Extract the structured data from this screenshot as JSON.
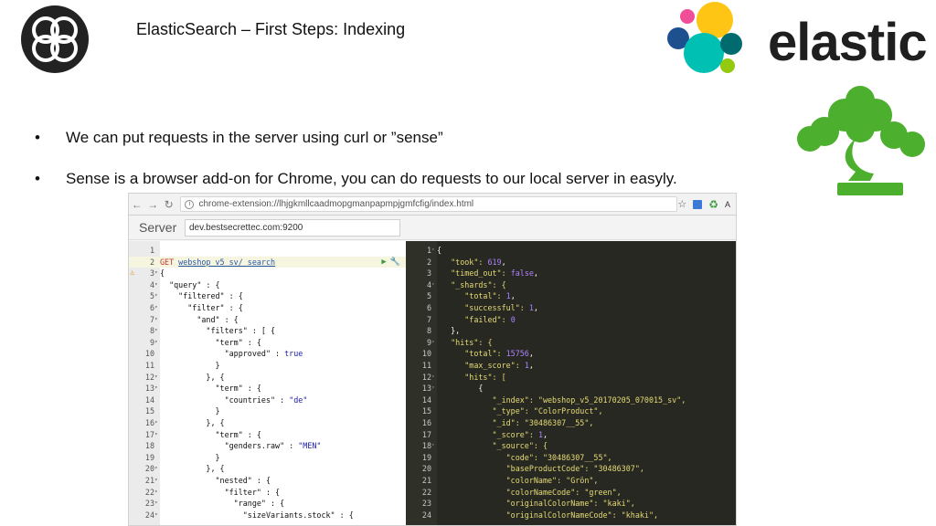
{
  "slide": {
    "title": "ElasticSearch – First Steps: Indexing",
    "bullets": [
      "We can put requests in the server using curl or ”sense”",
      "Sense is a browser add-on for Chrome, you can do requests to our local server in easyly."
    ]
  },
  "logos": {
    "left_logo_icon": "bestsecret-logo-icon",
    "elastic_wordmark": "elastic",
    "tree_icon": "bonsai-tree-icon",
    "elastic_colors": [
      "#f04e98",
      "#fec514",
      "#00bfb3",
      "#1ba9f5",
      "#93c90e",
      "#07c",
      "#006b6f"
    ]
  },
  "browser": {
    "url": "chrome-extension://lhjgkmllcaadmopgmanpapmpjgmfcfig/index.html",
    "toolbar_right_label": "A",
    "sense": {
      "label": "Server",
      "server_value": "dev.bestsecrettec.com:9200"
    },
    "request_lines": [
      {
        "n": "1",
        "fold": "",
        "segs": []
      },
      {
        "n": "2",
        "fold": "",
        "segs": [
          {
            "t": "GET ",
            "c": "k-method"
          },
          {
            "t": "webshop_v5_sv/_search",
            "c": "k-url"
          }
        ]
      },
      {
        "n": "3",
        "fold": "▾",
        "segs": [
          {
            "t": "{",
            "c": ""
          }
        ]
      },
      {
        "n": "4",
        "fold": "▾",
        "segs": [
          {
            "t": "  \"query\" : {",
            "c": ""
          }
        ]
      },
      {
        "n": "5",
        "fold": "▾",
        "segs": [
          {
            "t": "    \"filtered\" : {",
            "c": ""
          }
        ]
      },
      {
        "n": "6",
        "fold": "▾",
        "segs": [
          {
            "t": "      \"filter\" : {",
            "c": ""
          }
        ]
      },
      {
        "n": "7",
        "fold": "▾",
        "segs": [
          {
            "t": "        \"and\" : {",
            "c": ""
          }
        ]
      },
      {
        "n": "8",
        "fold": "▾",
        "segs": [
          {
            "t": "          \"filters\" : [ {",
            "c": ""
          }
        ]
      },
      {
        "n": "9",
        "fold": "▾",
        "segs": [
          {
            "t": "            \"term\" : {",
            "c": ""
          }
        ]
      },
      {
        "n": "10",
        "fold": "",
        "segs": [
          {
            "t": "              \"approved\" : ",
            "c": ""
          },
          {
            "t": "true",
            "c": "s-bool"
          }
        ]
      },
      {
        "n": "11",
        "fold": "",
        "segs": [
          {
            "t": "            }",
            "c": ""
          }
        ]
      },
      {
        "n": "12",
        "fold": "▾",
        "segs": [
          {
            "t": "          }, {",
            "c": ""
          }
        ]
      },
      {
        "n": "13",
        "fold": "▾",
        "segs": [
          {
            "t": "            \"term\" : {",
            "c": ""
          }
        ]
      },
      {
        "n": "14",
        "fold": "",
        "segs": [
          {
            "t": "              \"countries\" : ",
            "c": ""
          },
          {
            "t": "\"de\"",
            "c": "s-str"
          }
        ]
      },
      {
        "n": "15",
        "fold": "",
        "segs": [
          {
            "t": "            }",
            "c": ""
          }
        ]
      },
      {
        "n": "16",
        "fold": "▾",
        "segs": [
          {
            "t": "          }, {",
            "c": ""
          }
        ]
      },
      {
        "n": "17",
        "fold": "▾",
        "segs": [
          {
            "t": "            \"term\" : {",
            "c": ""
          }
        ]
      },
      {
        "n": "18",
        "fold": "",
        "segs": [
          {
            "t": "              \"genders.raw\" : ",
            "c": ""
          },
          {
            "t": "\"MEN\"",
            "c": "s-str"
          }
        ]
      },
      {
        "n": "19",
        "fold": "",
        "segs": [
          {
            "t": "            }",
            "c": ""
          }
        ]
      },
      {
        "n": "20",
        "fold": "▾",
        "segs": [
          {
            "t": "          }, {",
            "c": ""
          }
        ]
      },
      {
        "n": "21",
        "fold": "▾",
        "segs": [
          {
            "t": "            \"nested\" : {",
            "c": ""
          }
        ]
      },
      {
        "n": "22",
        "fold": "▾",
        "segs": [
          {
            "t": "              \"filter\" : {",
            "c": ""
          }
        ]
      },
      {
        "n": "23",
        "fold": "▾",
        "segs": [
          {
            "t": "                \"range\" : {",
            "c": ""
          }
        ]
      },
      {
        "n": "24",
        "fold": "▾",
        "segs": [
          {
            "t": "                  \"sizeVariants.stock\" : {",
            "c": ""
          }
        ]
      }
    ],
    "response_lines": [
      {
        "n": "1",
        "fold": "▾",
        "segs": [
          {
            "t": "{",
            "c": ""
          }
        ]
      },
      {
        "n": "2",
        "fold": "",
        "segs": [
          {
            "t": "   \"took\": ",
            "c": "s-str"
          },
          {
            "t": "619",
            "c": "s-num"
          },
          {
            "t": ",",
            "c": ""
          }
        ]
      },
      {
        "n": "3",
        "fold": "",
        "segs": [
          {
            "t": "   \"timed_out\": ",
            "c": "s-str"
          },
          {
            "t": "false",
            "c": "s-bool"
          },
          {
            "t": ",",
            "c": ""
          }
        ]
      },
      {
        "n": "4",
        "fold": "▾",
        "segs": [
          {
            "t": "   \"_shards\": {",
            "c": "s-str"
          }
        ]
      },
      {
        "n": "5",
        "fold": "",
        "segs": [
          {
            "t": "      \"total\": ",
            "c": "s-str"
          },
          {
            "t": "1",
            "c": "s-num"
          },
          {
            "t": ",",
            "c": ""
          }
        ]
      },
      {
        "n": "6",
        "fold": "",
        "segs": [
          {
            "t": "      \"successful\": ",
            "c": "s-str"
          },
          {
            "t": "1",
            "c": "s-num"
          },
          {
            "t": ",",
            "c": ""
          }
        ]
      },
      {
        "n": "7",
        "fold": "",
        "segs": [
          {
            "t": "      \"failed\": ",
            "c": "s-str"
          },
          {
            "t": "0",
            "c": "s-num"
          }
        ]
      },
      {
        "n": "8",
        "fold": "",
        "segs": [
          {
            "t": "   },",
            "c": ""
          }
        ]
      },
      {
        "n": "9",
        "fold": "▾",
        "segs": [
          {
            "t": "   \"hits\": {",
            "c": "s-str"
          }
        ]
      },
      {
        "n": "10",
        "fold": "",
        "segs": [
          {
            "t": "      \"total\": ",
            "c": "s-str"
          },
          {
            "t": "15756",
            "c": "s-num"
          },
          {
            "t": ",",
            "c": ""
          }
        ]
      },
      {
        "n": "11",
        "fold": "",
        "segs": [
          {
            "t": "      \"max_score\": ",
            "c": "s-str"
          },
          {
            "t": "1",
            "c": "s-num"
          },
          {
            "t": ",",
            "c": ""
          }
        ]
      },
      {
        "n": "12",
        "fold": "▾",
        "segs": [
          {
            "t": "      \"hits\": [",
            "c": "s-str"
          }
        ]
      },
      {
        "n": "13",
        "fold": "▾",
        "segs": [
          {
            "t": "         {",
            "c": ""
          }
        ]
      },
      {
        "n": "14",
        "fold": "",
        "segs": [
          {
            "t": "            \"_index\": \"webshop_v5_20170205_070015_sv\",",
            "c": "s-str"
          }
        ]
      },
      {
        "n": "15",
        "fold": "",
        "segs": [
          {
            "t": "            \"_type\": \"ColorProduct\",",
            "c": "s-str"
          }
        ]
      },
      {
        "n": "16",
        "fold": "",
        "segs": [
          {
            "t": "            \"_id\": \"30486307__55\",",
            "c": "s-str"
          }
        ]
      },
      {
        "n": "17",
        "fold": "",
        "segs": [
          {
            "t": "            \"_score\": ",
            "c": "s-str"
          },
          {
            "t": "1",
            "c": "s-num"
          },
          {
            "t": ",",
            "c": ""
          }
        ]
      },
      {
        "n": "18",
        "fold": "▾",
        "segs": [
          {
            "t": "            \"_source\": {",
            "c": "s-str"
          }
        ]
      },
      {
        "n": "19",
        "fold": "",
        "segs": [
          {
            "t": "               \"code\": \"30486307__55\",",
            "c": "s-str"
          }
        ]
      },
      {
        "n": "20",
        "fold": "",
        "segs": [
          {
            "t": "               \"baseProductCode\": \"30486307\",",
            "c": "s-str"
          }
        ]
      },
      {
        "n": "21",
        "fold": "",
        "segs": [
          {
            "t": "               \"colorName\": \"Grön\",",
            "c": "s-str"
          }
        ]
      },
      {
        "n": "22",
        "fold": "",
        "segs": [
          {
            "t": "               \"colorNameCode\": \"green\",",
            "c": "s-str"
          }
        ]
      },
      {
        "n": "23",
        "fold": "",
        "segs": [
          {
            "t": "               \"originalColorName\": \"kaki\",",
            "c": "s-str"
          }
        ]
      },
      {
        "n": "24",
        "fold": "",
        "segs": [
          {
            "t": "               \"originalColorNameCode\": \"khaki\",",
            "c": "s-str"
          }
        ]
      }
    ]
  }
}
